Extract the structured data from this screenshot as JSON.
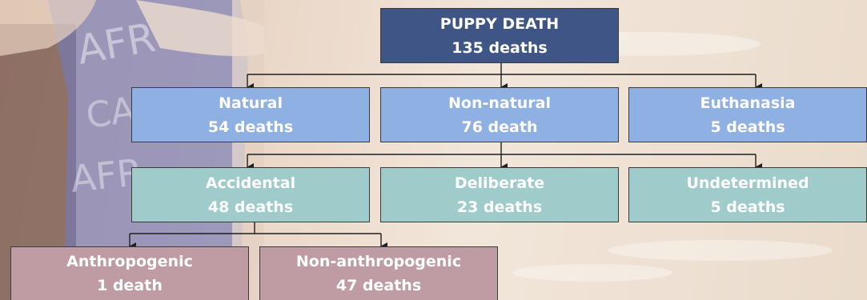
{
  "nodes": {
    "root": {
      "title": "PUPPY DEATH",
      "count": "135 deaths"
    },
    "natural": {
      "title": "Natural",
      "count": "54 deaths"
    },
    "non_natural": {
      "title": "Non-natural",
      "count": "76 death"
    },
    "euthanasia": {
      "title": "Euthanasia",
      "count": "5 deaths"
    },
    "accidental": {
      "title": "Accidental",
      "count": "48 deaths"
    },
    "deliberate": {
      "title": "Deliberate",
      "count": "23 deaths"
    },
    "undetermined": {
      "title": "Undetermined",
      "count": "5 deaths"
    },
    "anthropogenic": {
      "title": "Anthropogenic",
      "count": "1 death"
    },
    "non_anthropogenic": {
      "title": "Non-anthropogenic",
      "count": "47 deaths"
    }
  },
  "colors": {
    "root": "#3f5585",
    "level1": "#8fb0e2",
    "level2": "#9fcccb",
    "level3": "#bf9ca4",
    "connector": "#1f1f1f"
  }
}
